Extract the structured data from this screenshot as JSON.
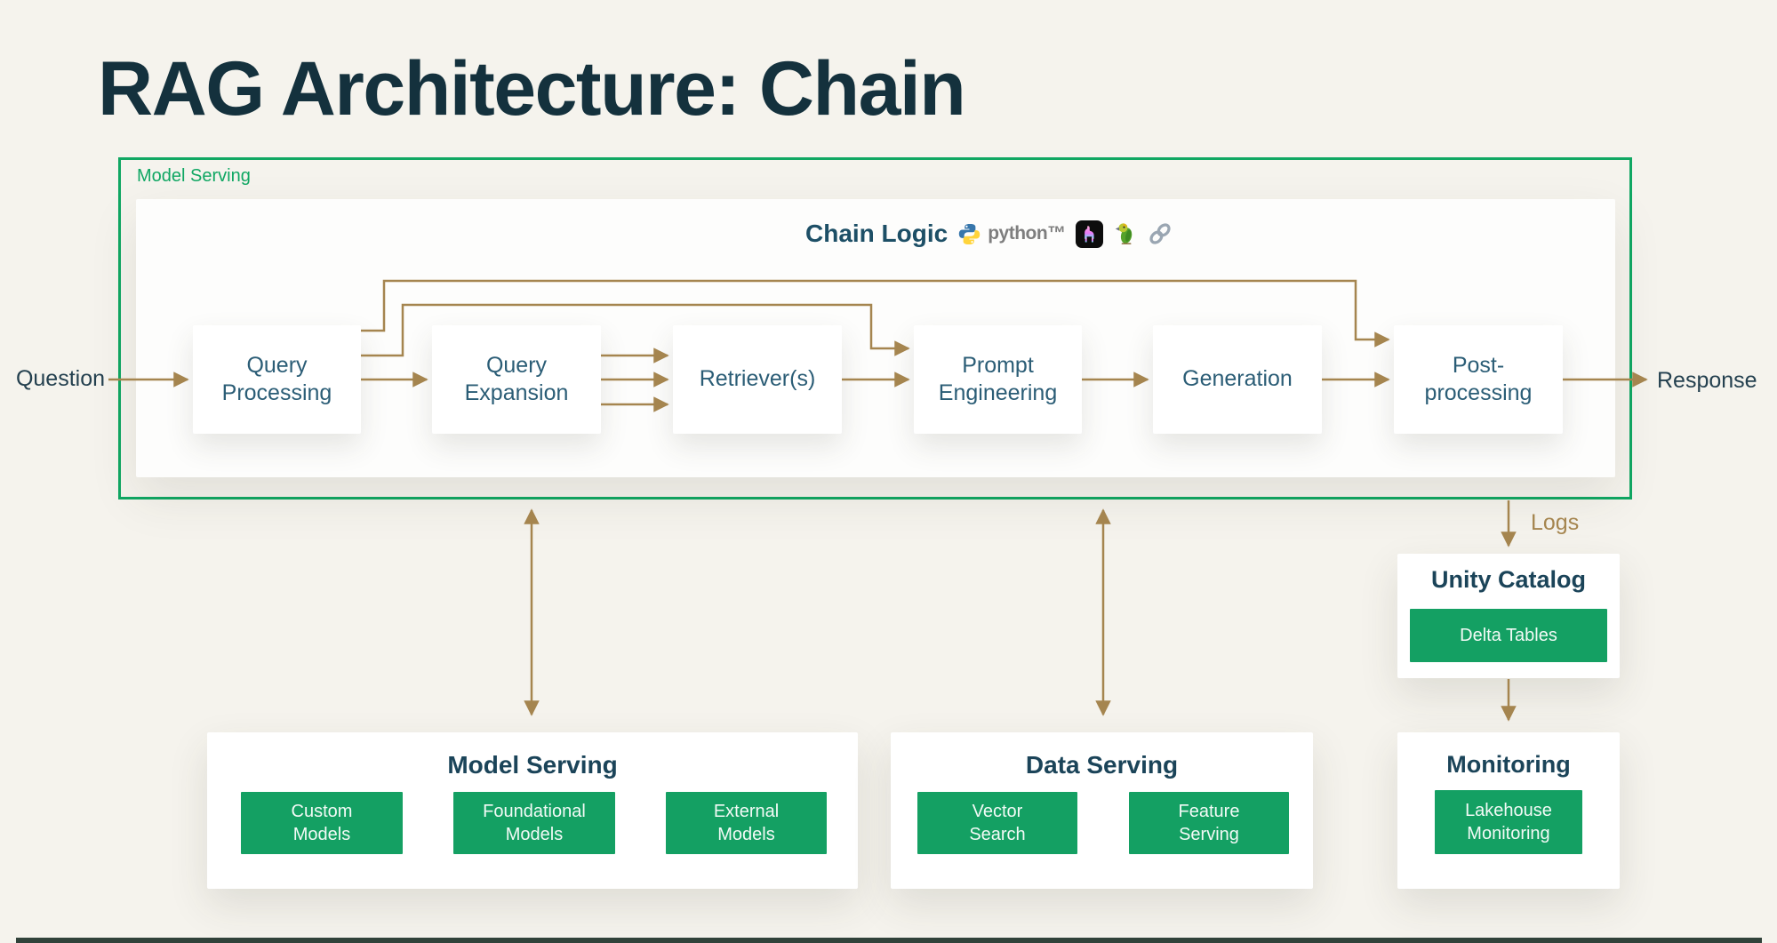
{
  "title": "RAG Architecture: Chain",
  "outer_box": {
    "label": "Model Serving"
  },
  "chain": {
    "header": {
      "label": "Chain Logic",
      "python_wordmark": "python™",
      "icons": [
        "python-logo",
        "llamaindex-logo",
        "parrot-emoji",
        "link-emoji"
      ]
    },
    "nodes": [
      {
        "label": "Query\nProcessing"
      },
      {
        "label": "Query\nExpansion"
      },
      {
        "label": "Retriever(s)"
      },
      {
        "label": "Prompt\nEngineering"
      },
      {
        "label": "Generation"
      },
      {
        "label": "Post-\nprocessing"
      }
    ]
  },
  "io": {
    "input_label": "Question",
    "output_label": "Response"
  },
  "bottom_boxes": [
    {
      "title": "Model Serving",
      "chips": [
        "Custom\nModels",
        "Foundational\nModels",
        "External\nModels"
      ]
    },
    {
      "title": "Data Serving",
      "chips": [
        "Vector\nSearch",
        "Feature\nServing"
      ]
    }
  ],
  "right_column": {
    "logs_label": "Logs",
    "unity_catalog": {
      "title": "Unity Catalog",
      "chips": [
        "Delta Tables"
      ]
    },
    "monitoring": {
      "title": "Monitoring",
      "chips": [
        "Lakehouse\nMonitoring"
      ]
    }
  },
  "colors": {
    "background": "#f5f3ed",
    "accent_green": "#14a063",
    "border_green": "#10a763",
    "arrow_tan": "#a5854f",
    "title_navy": "#14313d",
    "node_text": "#2b5d76"
  }
}
